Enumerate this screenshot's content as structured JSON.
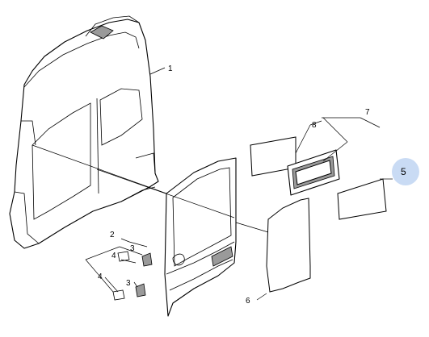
{
  "highlight_color": "#c9dbf4",
  "callouts": {
    "c1": "1",
    "c2": "2",
    "c3a": "3",
    "c3b": "3",
    "c4a": "4",
    "c4b": "4",
    "c5": "5",
    "c6": "6",
    "c7": "7",
    "c8": "8"
  },
  "selected_callout": "5"
}
